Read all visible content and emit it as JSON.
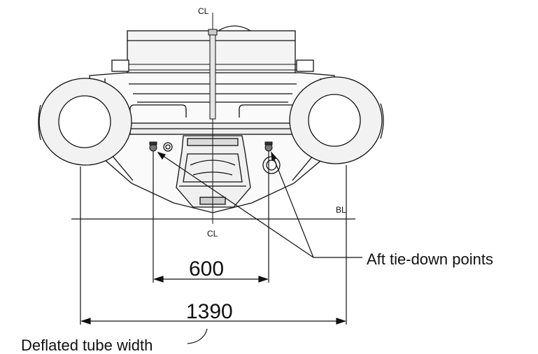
{
  "labels": {
    "centerline_top": "CL",
    "centerline_bottom": "CL",
    "baseline": "BL",
    "tie_down_callout": "Aft tie-down points",
    "tube_callout": "Deflated tube width"
  },
  "dimensions": {
    "tie_down_spacing": "600",
    "deflated_tube_width": "1390"
  }
}
